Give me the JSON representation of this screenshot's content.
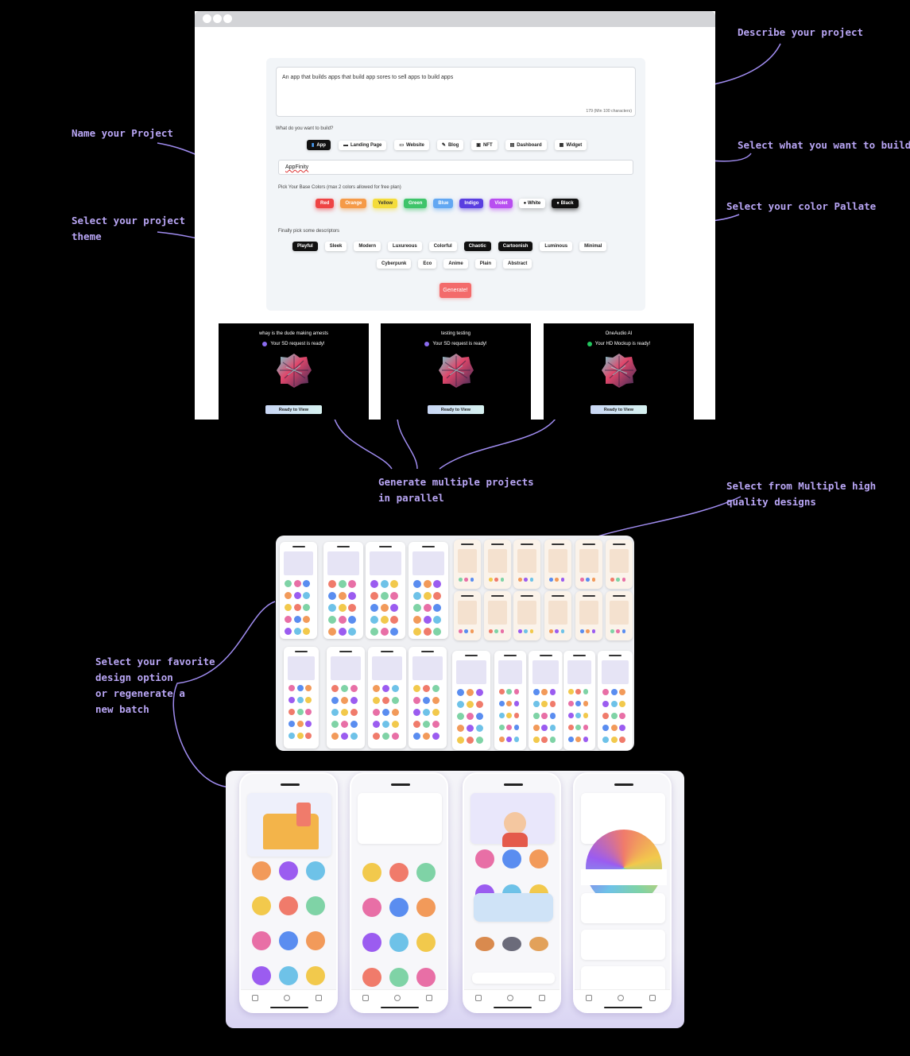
{
  "annotations": {
    "describe": "Describe your project",
    "name": "Name your Project",
    "select_build": "Select what you want to build",
    "theme": [
      "Select your project",
      "theme"
    ],
    "palette": "Select your color Pallate",
    "parallel": [
      "Generate multiple projects",
      "in parallel"
    ],
    "multiple": [
      "Select from Multiple high",
      "quality designs"
    ],
    "favorite": [
      "Select your favorite",
      "design option",
      "or regenerate a",
      "new batch"
    ]
  },
  "form": {
    "prompt_value": "An app that builds apps that build app sores to sell apps to build apps",
    "char_count": "179 (Min 100 characters)",
    "build_label": "What do you want to build?",
    "build_options": [
      {
        "label": "App",
        "icon": "phone-icon",
        "selected": true
      },
      {
        "label": "Landing Page",
        "icon": "laptop-icon",
        "selected": false
      },
      {
        "label": "Website",
        "icon": "monitor-icon",
        "selected": false
      },
      {
        "label": "Blog",
        "icon": "pen-icon",
        "selected": false
      },
      {
        "label": "NFT",
        "icon": "image-icon",
        "selected": false
      },
      {
        "label": "Dashboard",
        "icon": "chart-icon",
        "selected": false
      },
      {
        "label": "Widget",
        "icon": "widget-icon",
        "selected": false
      }
    ],
    "project_name": "AppFinity",
    "colors_label": "Pick Your Base Colors (max 2 colors allowed for free plan)",
    "colors": [
      {
        "label": "Red",
        "hex": "#ee4444"
      },
      {
        "label": "Orange",
        "hex": "#f59a48"
      },
      {
        "label": "Yellow",
        "hex": "#f4dc3b"
      },
      {
        "label": "Green",
        "hex": "#3ec46a"
      },
      {
        "label": "Blue",
        "hex": "#62a7f2"
      },
      {
        "label": "Indigo",
        "hex": "#5a3ee0"
      },
      {
        "label": "Violet",
        "hex": "#b84ef0"
      },
      {
        "label": "White",
        "hex": "#ffffff"
      },
      {
        "label": "Black",
        "hex": "#111111"
      }
    ],
    "descriptors_label": "Finally pick some descriptors",
    "descriptors_row1": [
      {
        "label": "Playful",
        "selected": true
      },
      {
        "label": "Sleek",
        "selected": false
      },
      {
        "label": "Modern",
        "selected": false
      },
      {
        "label": "Luxureous",
        "selected": false
      },
      {
        "label": "Colorful",
        "selected": false
      },
      {
        "label": "Chaotic",
        "selected": true
      },
      {
        "label": "Cartoonish",
        "selected": true
      },
      {
        "label": "Luminous",
        "selected": false
      },
      {
        "label": "Minimal",
        "selected": false
      }
    ],
    "descriptors_row2": [
      {
        "label": "Cyberpunk",
        "selected": false
      },
      {
        "label": "Eco",
        "selected": false
      },
      {
        "label": "Anime",
        "selected": false
      },
      {
        "label": "Plain",
        "selected": false
      },
      {
        "label": "Abstract",
        "selected": false
      }
    ],
    "generate_label": "Generate!"
  },
  "projects": [
    {
      "title": "whay is the dude making amests",
      "status": "Your SD request is ready!",
      "status_color": "#8b6cf0",
      "button": "Ready to View"
    },
    {
      "title": "testing testing",
      "status": "Your SD request is ready!",
      "status_color": "#8b6cf0",
      "button": "Ready to View"
    },
    {
      "title": "OneAudio AI",
      "status": "Your HD Mockup is ready!",
      "status_color": "#22c55e",
      "button": "Ready to View"
    }
  ],
  "accent": "#b9a6f5"
}
